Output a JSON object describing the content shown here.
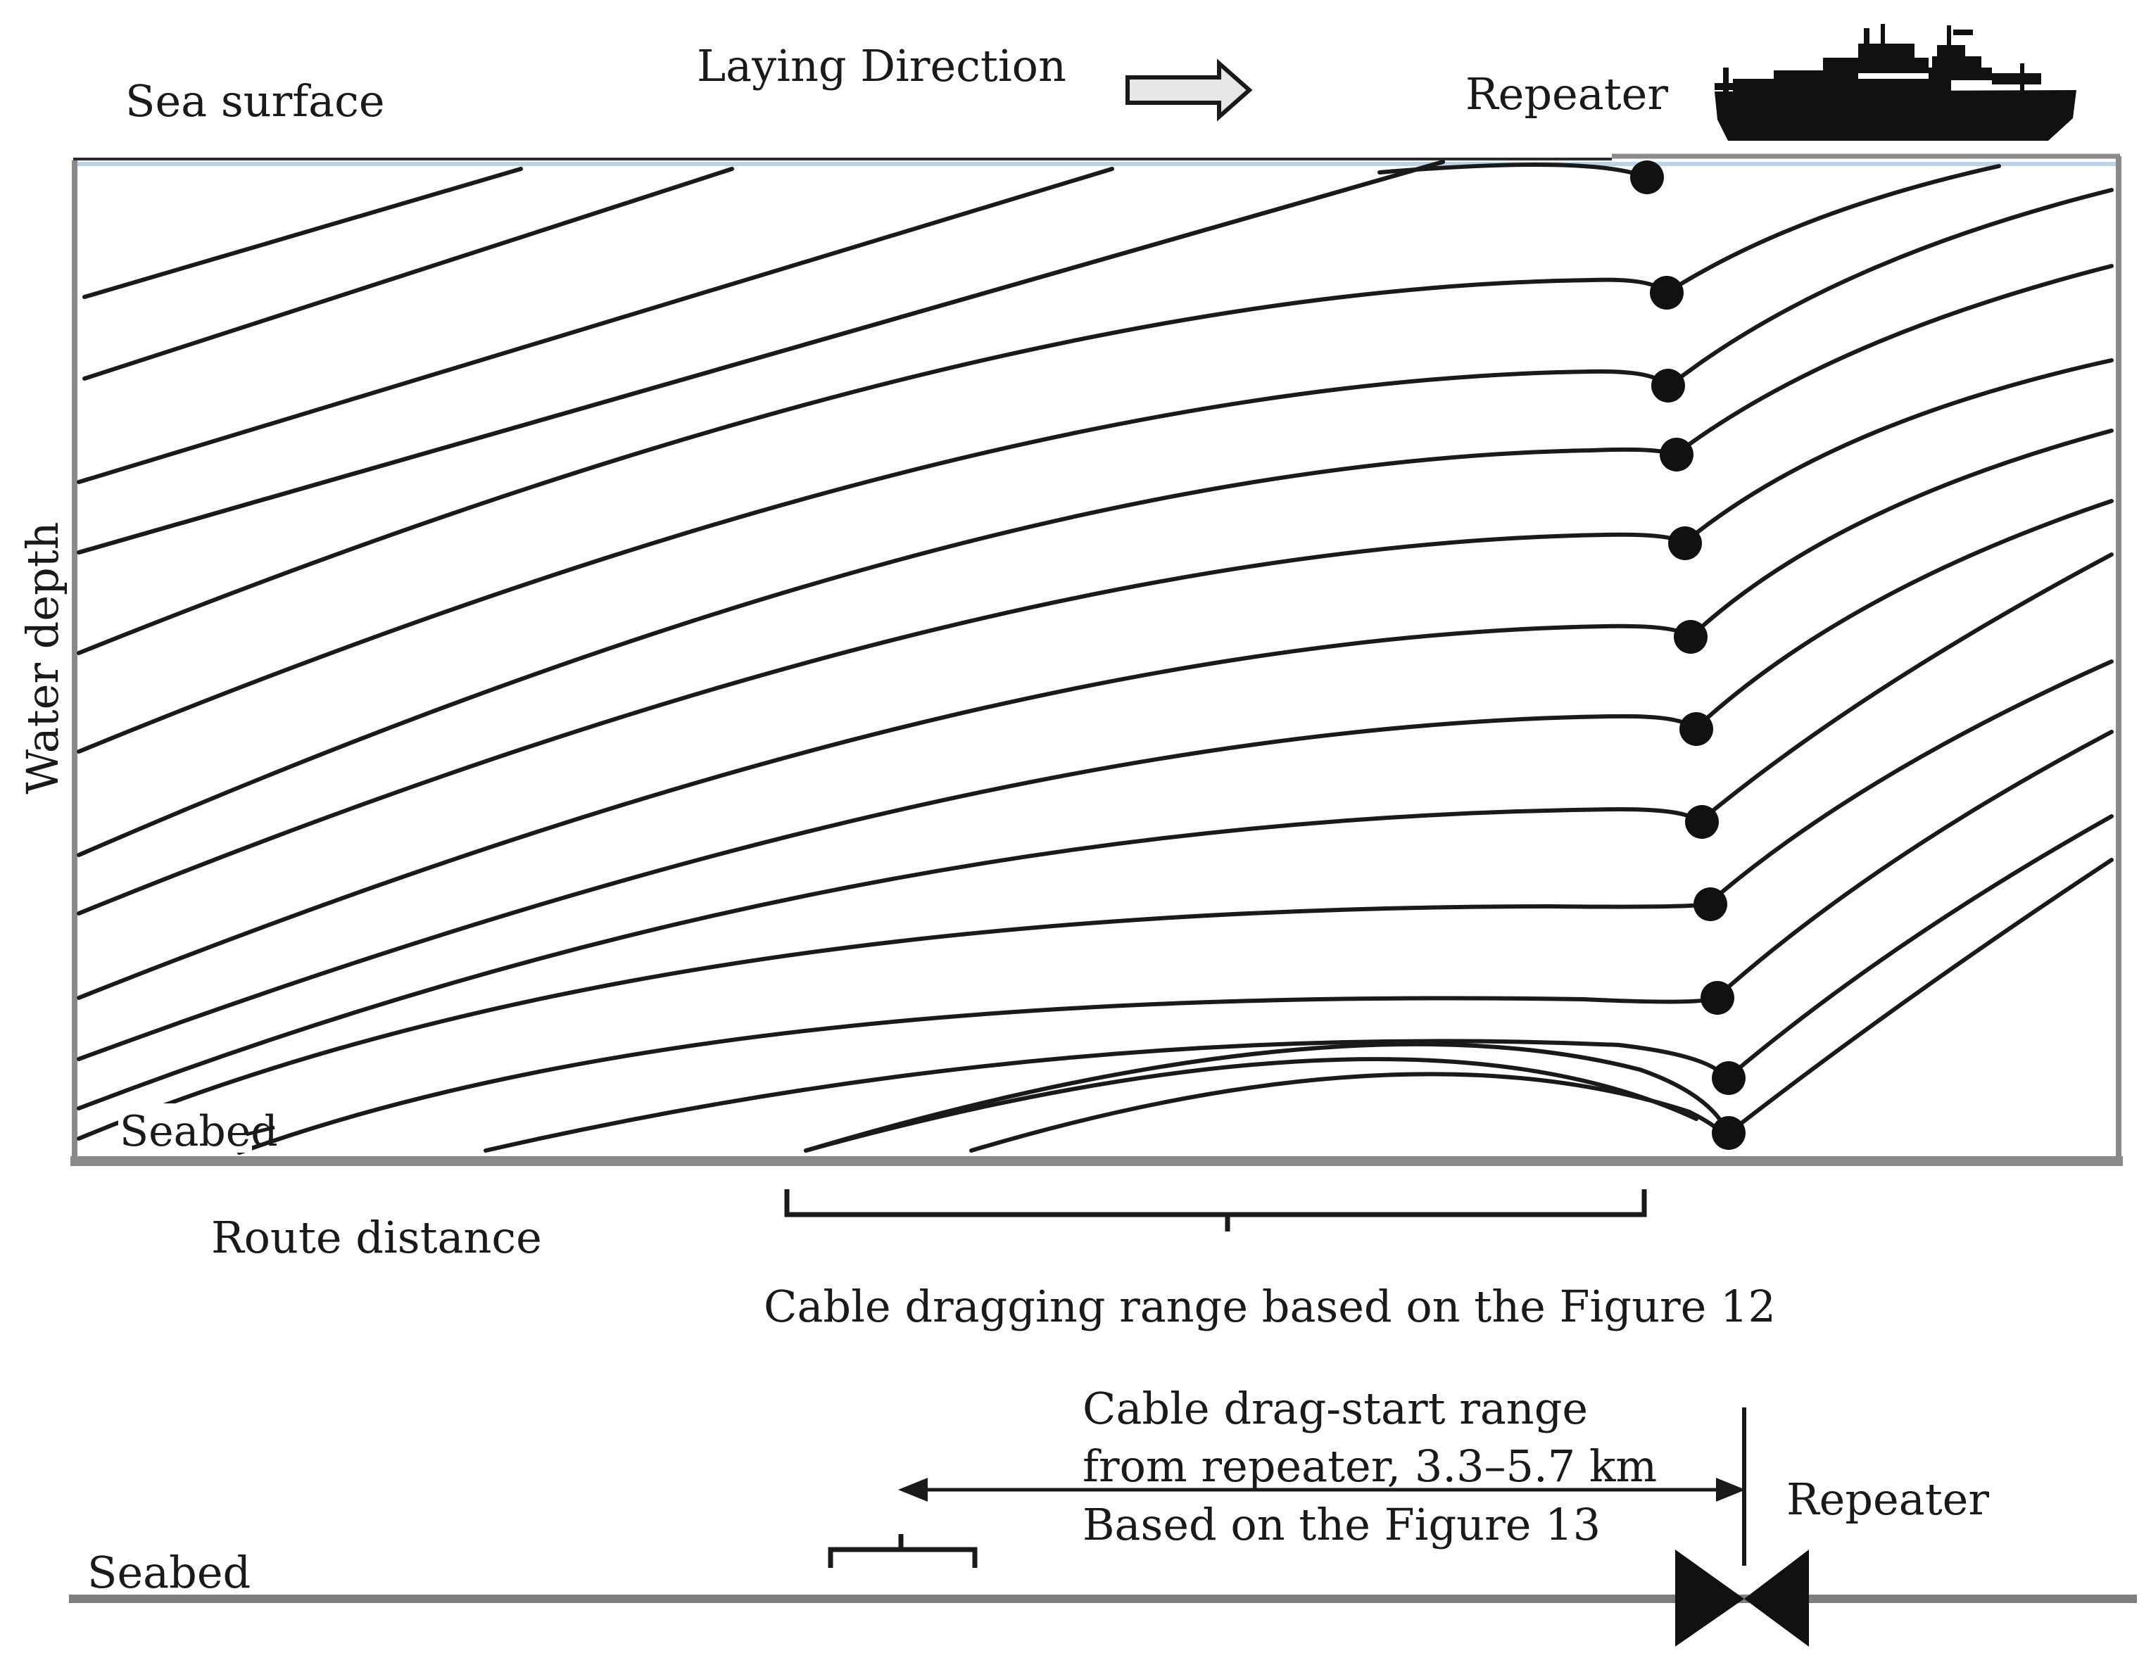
{
  "labels": {
    "sea_surface": "Sea surface",
    "laying_direction": "Laying Direction",
    "repeater_top": "Repeater",
    "water_depth": "Water depth",
    "seabed_top": "Seabed",
    "route_distance": "Route distance",
    "drag_range_caption": "Cable dragging range based on the Figure 12",
    "drag_start_line1": "Cable drag-start range",
    "drag_start_line2": "from repeater, 3.3–5.7 km",
    "drag_start_line3": "Based on the Figure 13",
    "repeater_bottom": "Repeater",
    "seabed_bottom": "Seabed"
  },
  "icons": {
    "laying_arrow": "right-arrow-icon",
    "ship": "cable-ship-icon",
    "repeater_symbol": "bowtie-repeater-icon"
  },
  "colors": {
    "line": "#1a1a1a",
    "border": "#8a8a8a",
    "sea_surface": "#b9d4ea",
    "arrow_fill": "#e6e6e6"
  }
}
